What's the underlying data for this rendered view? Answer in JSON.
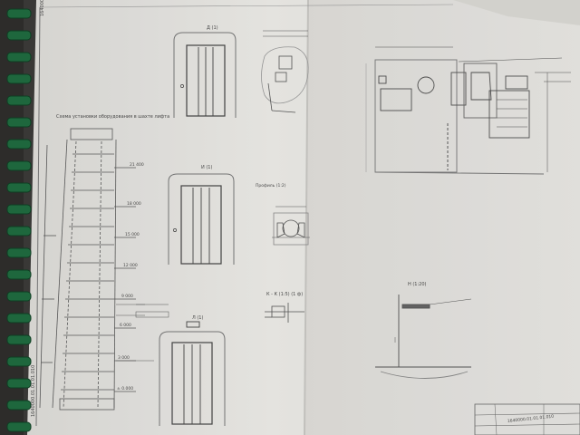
{
  "photo": {
    "subject": "Photograph of a spiral-bound technical drawing set (elevator shaft plans)",
    "paper_color": "#e9e8e4",
    "binding_color": "#1f6b3f",
    "ink_color": "#555555"
  },
  "labels": {
    "doc_code": "1640000.01.01.01.010",
    "view_top_left": "Д (1)",
    "view_mid_left": "И (1)",
    "view_bottom_left": "Л (1)",
    "view_profile": "Профиль (1:2)",
    "section_kk": "К - К (1:5) (1 ф)",
    "view_h": "Н (1:20)",
    "shaft_title": "Схема установки оборудования в шахте лифта",
    "levels": [
      "21 400",
      "18 000",
      "15 000",
      "12 000",
      "9 000",
      "6 000",
      "3 000",
      "± 0.000"
    ],
    "stamp": "1640000.01.01.01.010"
  }
}
